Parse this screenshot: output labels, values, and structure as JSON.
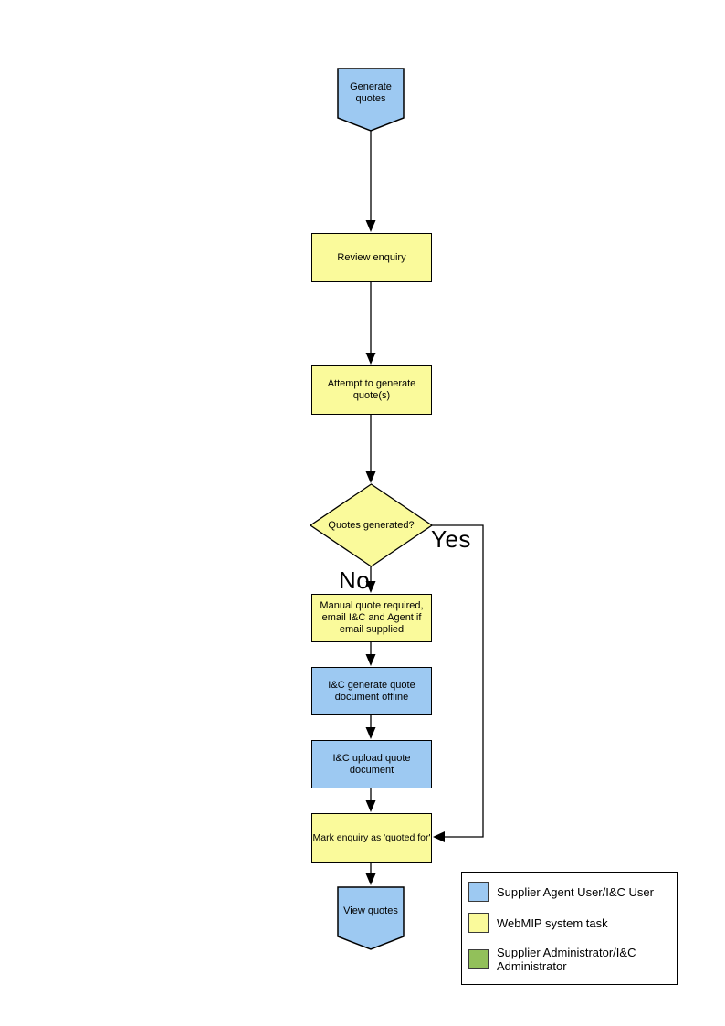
{
  "colors": {
    "actor_fill": "#9DC9F2",
    "system_fill": "#FAFA9B",
    "admin_fill": "#92C05A",
    "shape_border": "#000000",
    "connector": "#000000"
  },
  "flowchart": {
    "nodes": {
      "start": {
        "label": "Generate quotes"
      },
      "review": {
        "label": "Review enquiry"
      },
      "attempt": {
        "label": "Attempt to generate quote(s)"
      },
      "decision": {
        "label": "Quotes generated?"
      },
      "manual": {
        "label": "Manual quote required, email I&C and Agent if email supplied"
      },
      "offline": {
        "label": "I&C generate quote document offline"
      },
      "upload": {
        "label": "I&C upload quote document"
      },
      "mark": {
        "label": "Mark enquiry as 'quoted for'"
      },
      "end": {
        "label": "View quotes"
      }
    },
    "edges": {
      "yes_label": "Yes",
      "no_label": "No"
    }
  },
  "legend": {
    "items": [
      {
        "color": "#9DC9F2",
        "label": "Supplier Agent User/I&C User"
      },
      {
        "color": "#FAFA9B",
        "label": "WebMIP system task"
      },
      {
        "color": "#92C05A",
        "label": "Supplier Administrator/I&C Administrator"
      }
    ]
  }
}
